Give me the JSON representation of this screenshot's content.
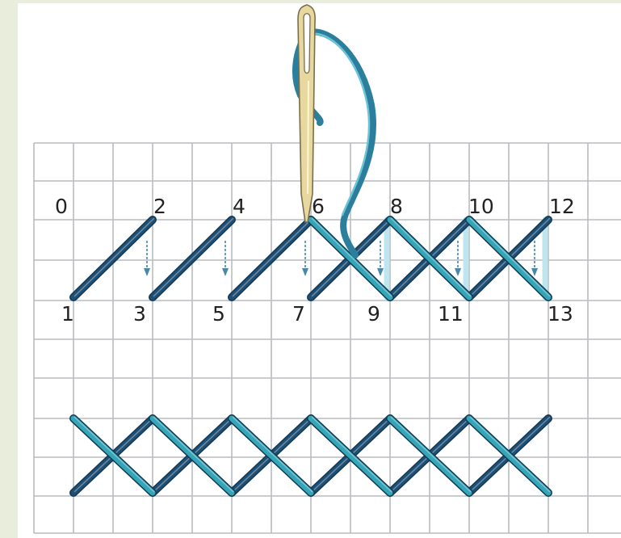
{
  "diagram": {
    "top_labels": [
      "0",
      "2",
      "4",
      "6",
      "8",
      "10",
      "12"
    ],
    "bottom_labels": [
      "1",
      "3",
      "5",
      "7",
      "9",
      "11",
      "13"
    ]
  },
  "colors": {
    "page_background": "#e9eddc",
    "paper": "#ffffff",
    "grid_line": "#b8bcc0",
    "thread_dark": "#1f4f74",
    "thread_light": "#35a6b8",
    "thread_pale": "#bfe6ef",
    "needle": "#e7d8a0",
    "arrow": "#4a86a8"
  },
  "icons": [
    "needle-icon",
    "thread-icon",
    "direction-arrow-icon"
  ]
}
